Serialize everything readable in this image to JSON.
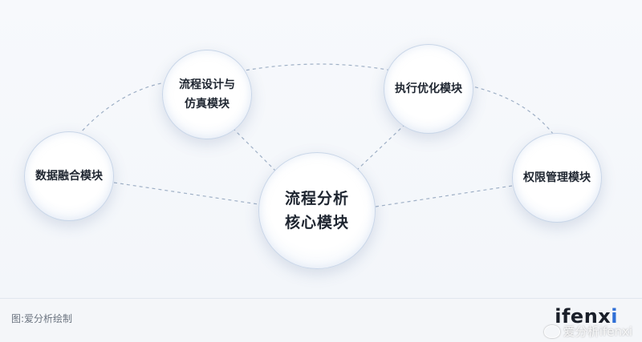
{
  "diagram": {
    "core": {
      "line1": "流程分析",
      "line2": "核心模块"
    },
    "nodes": {
      "design": {
        "line1": "流程设计与",
        "line2": "仿真模块"
      },
      "exec": {
        "line1": "执行优化模块"
      },
      "data": {
        "line1": "数据融合模块"
      },
      "perm": {
        "line1": "权限管理模块"
      }
    }
  },
  "footer": {
    "caption": "图:爱分析绘制",
    "brand_main": "ifenx",
    "brand_accent": "i",
    "watermark": "爱分析ifenxi",
    "watermark_icon": "weibo-icon"
  }
}
